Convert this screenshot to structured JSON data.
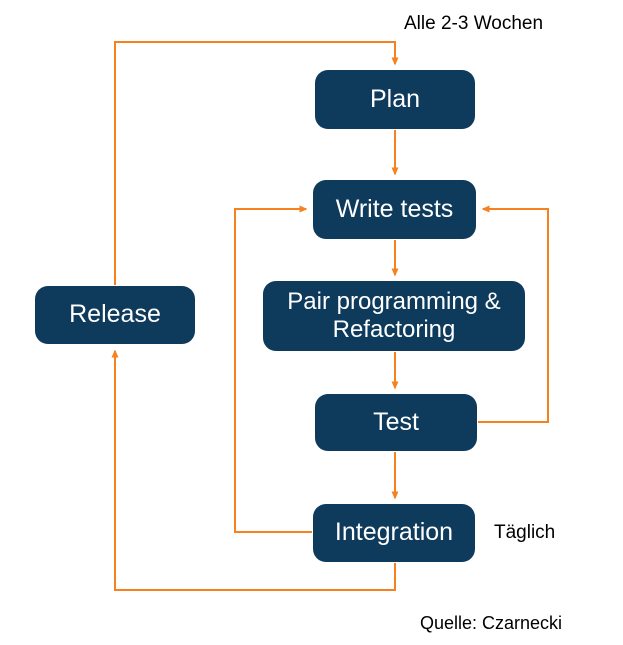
{
  "diagram": {
    "cycle_label": "Alle 2-3 Wochen",
    "daily_label": "Täglich",
    "source_label": "Quelle: Czarnecki",
    "nodes": {
      "plan": "Plan",
      "write_tests": "Write tests",
      "pair_programming": "Pair programming & Refactoring",
      "test": "Test",
      "integration": "Integration",
      "release": "Release"
    },
    "edges": [
      "plan -> write_tests",
      "write_tests -> pair_programming",
      "pair_programming -> test",
      "test -> integration",
      "test -> write_tests (right loop)",
      "integration -> write_tests (left loop)",
      "integration -> release (bottom loop)",
      "release -> plan (top loop, Alle 2-3 Wochen)"
    ],
    "colors": {
      "node_fill": "#0e3a5c",
      "node_text": "#ffffff",
      "arrow": "#f5821f",
      "label_text": "#000000"
    }
  }
}
